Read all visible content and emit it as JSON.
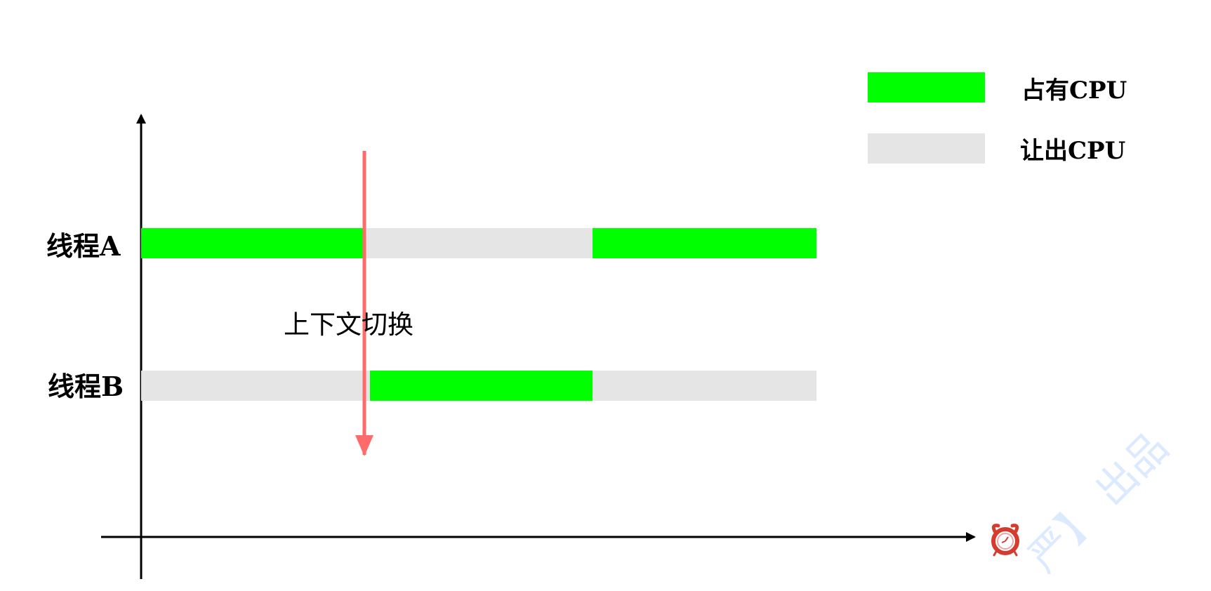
{
  "legend": {
    "occupy": {
      "label": "占有CPU",
      "color": "#00ff00"
    },
    "yield": {
      "label": "让出CPU",
      "color": "#e5e5e5"
    }
  },
  "threads": [
    {
      "label": "线程A",
      "segments": [
        {
          "state": "occupy"
        },
        {
          "state": "yield"
        },
        {
          "state": "occupy"
        }
      ]
    },
    {
      "label": "线程B",
      "segments": [
        {
          "state": "yield"
        },
        {
          "state": "occupy"
        },
        {
          "state": "yield"
        }
      ]
    }
  ],
  "context_switch": {
    "label": "上下文切换",
    "arrow_color": "#ff6b6b"
  },
  "axes": {
    "x_icon": "alarm-clock-icon",
    "axis_color": "#000000"
  },
  "watermark": {
    "text": "严】 出品",
    "color": "#cfe3ff"
  }
}
